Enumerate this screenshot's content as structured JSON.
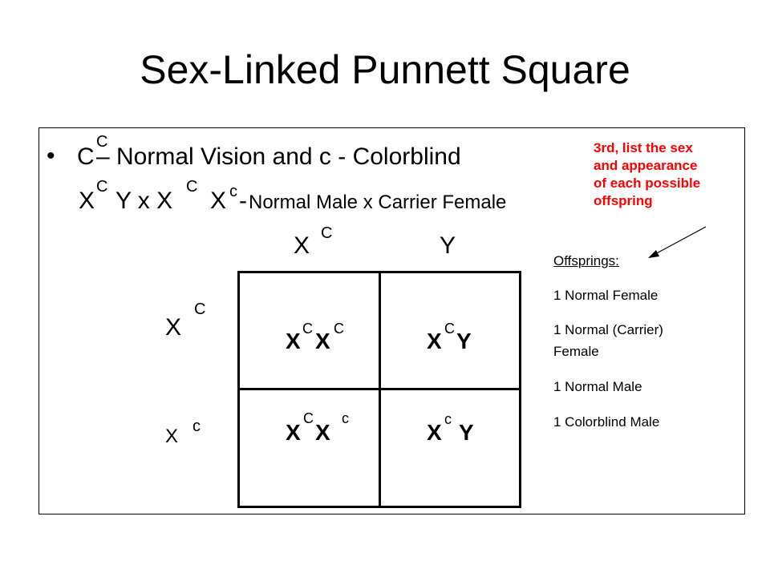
{
  "title": "Sex-Linked Punnett Square",
  "bullet": "•",
  "line1": {
    "allele_dom": "C",
    "allele_sup": "C",
    "text": "– Normal Vision and c - Colorblind"
  },
  "line2": {
    "x1": "X",
    "x1_sup": "C",
    "y_x": "Y x X",
    "x2_sup": "C",
    "x3": "X",
    "x3_sup": "c",
    "dash": "-",
    "text": "Normal Male x Carrier Female"
  },
  "columns": [
    {
      "base": "X",
      "sup": "C"
    },
    {
      "base": "Y",
      "sup": ""
    }
  ],
  "rows": [
    {
      "base": "X",
      "sup": "C"
    },
    {
      "base": "X",
      "sup": "c"
    }
  ],
  "cells": [
    [
      {
        "a": "X",
        "a_sup": "C",
        "b": "X",
        "b_sup": "C"
      },
      {
        "a": "X",
        "a_sup": "C",
        "b": "Y",
        "b_sup": ""
      }
    ],
    [
      {
        "a": "X",
        "a_sup": "C",
        "b": "X",
        "b_sup": "c"
      },
      {
        "a": "X",
        "a_sup": "c",
        "b": "Y",
        "b_sup": ""
      }
    ]
  ],
  "note": {
    "line1": "3rd, list the sex",
    "line2": "and appearance",
    "line3": "of each possible",
    "line4": "offspring",
    "color": "#ff0000"
  },
  "offspring": {
    "heading": "Offsprings:",
    "items": [
      "1 Normal Female",
      "1 Normal (Carrier)",
      "Female",
      "1 Normal Male",
      "1 Colorblind Male"
    ]
  }
}
